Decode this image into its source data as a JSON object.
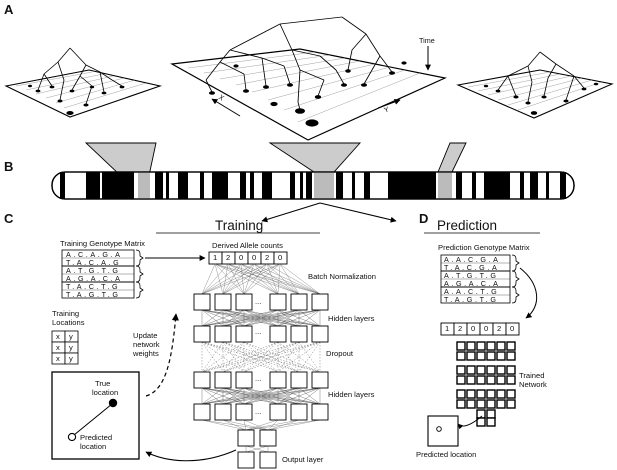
{
  "panels": {
    "a": "A",
    "b": "B",
    "c": "C",
    "d": "D"
  },
  "panel_a": {
    "time_label": "Time",
    "x_axis": "X",
    "y_axis": "Y"
  },
  "training": {
    "title": "Training",
    "genotype_label": "Training Genotype Matrix",
    "genotype_rows": [
      [
        "A.C.A.G.A",
        "T.A.C.A.G"
      ],
      [
        "A.T.G.T.G",
        "A.G.A.C.A"
      ],
      [
        "T.A.C.T.G",
        "T.A.G.T.G"
      ]
    ],
    "allele_label": "Derived Allele counts",
    "allele_counts": [
      "1",
      "2",
      "0",
      "0",
      "2",
      "0"
    ],
    "batch_norm": "Batch Normalization",
    "hidden_1": "Hidden layers",
    "dropout": "Dropout",
    "hidden_2": "Hidden layers",
    "output_layer": "Output layer",
    "update_label": [
      "Update",
      "network",
      "weights"
    ],
    "locations_label": [
      "Training",
      "Locations"
    ],
    "location_cells": [
      "x",
      "y"
    ],
    "true_location": [
      "True",
      "location"
    ],
    "predicted_location": [
      "Predicted",
      "location"
    ],
    "ellipsis": "..."
  },
  "prediction": {
    "title": "Prediction",
    "genotype_label": "Prediction Genotype Matrix",
    "genotype_rows": [
      [
        "A.A.C.G.A",
        "T.A.C.G.A"
      ],
      [
        "A.T.G.T.G",
        "A.G.A.C.A"
      ],
      [
        "A.A.C.T.G",
        "T.A.G.T.G"
      ]
    ],
    "allele_counts": [
      "1",
      "2",
      "0",
      "0",
      "2",
      "0"
    ],
    "trained_network": [
      "Trained",
      "Network"
    ],
    "predicted_location": "Predicted location"
  }
}
